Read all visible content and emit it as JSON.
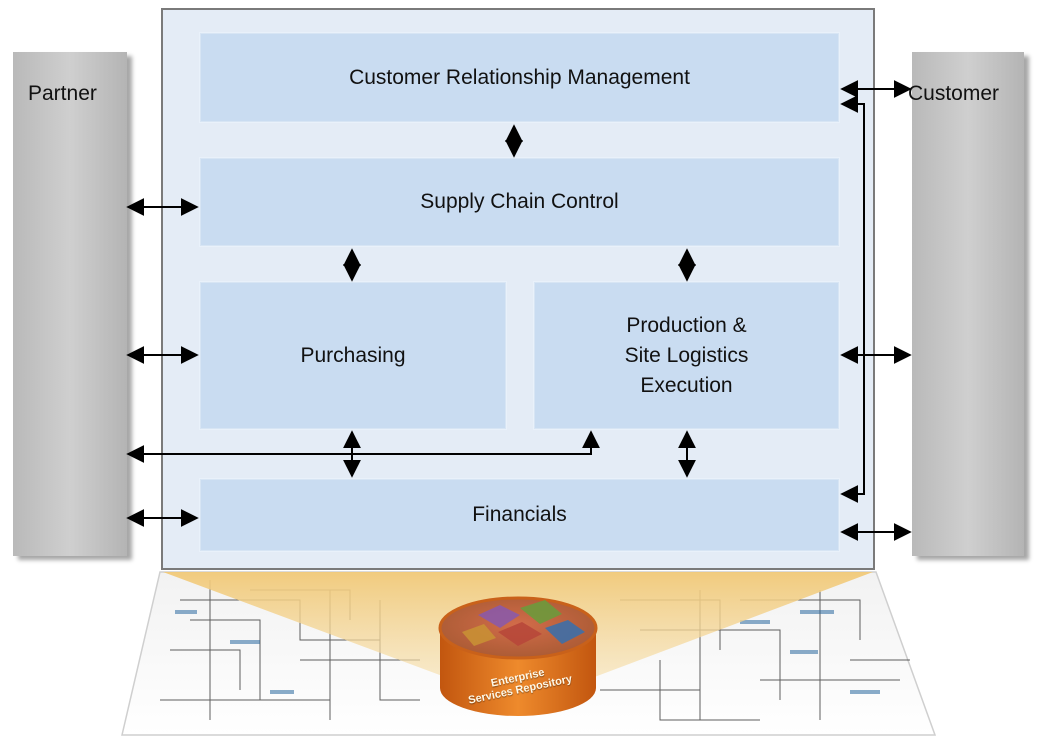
{
  "actors": {
    "partner": "Partner",
    "customer": "Customer"
  },
  "modules": {
    "crm": "Customer Relationship Management",
    "supply_chain": "Supply Chain Control",
    "purchasing": "Purchasing",
    "production_line1": "Production &",
    "production_line2": "Site Logistics",
    "production_line3": "Execution",
    "financials": "Financials"
  },
  "repository": {
    "line1": "Enterprise",
    "line2": "Services Repository"
  },
  "colors": {
    "module_fill": "#c9dcf1",
    "frame_fill": "#e4ecf6",
    "actor_fill": "#c4c4c4",
    "repository_orange": "#e2761d",
    "beam": "#f3d58f"
  }
}
